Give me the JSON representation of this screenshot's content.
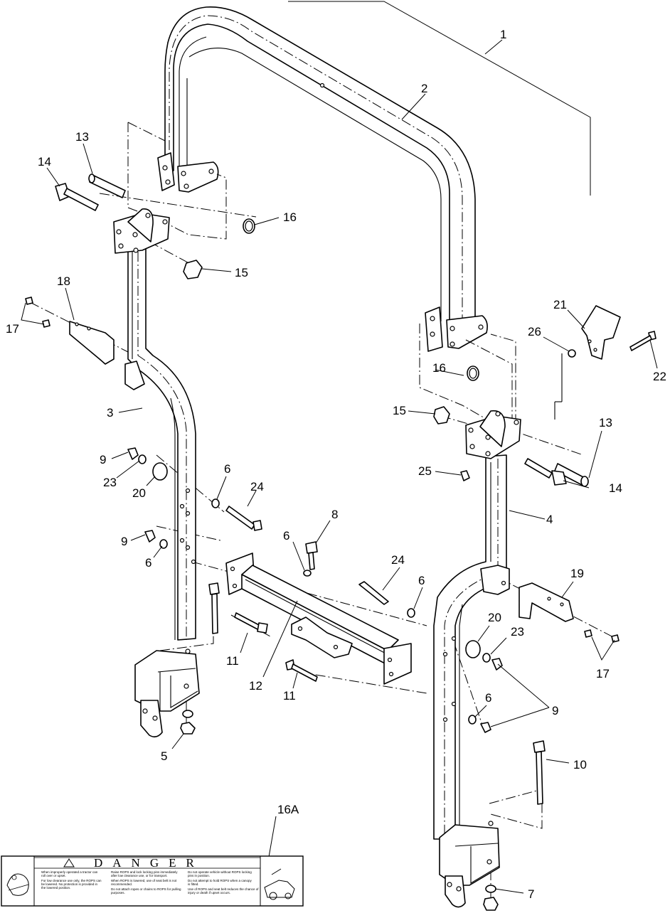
{
  "callouts": {
    "c1": "1",
    "c2": "2",
    "c3": "3",
    "c4": "4",
    "c5": "5",
    "c6a": "6",
    "c6b": "6",
    "c6c": "6",
    "c6d": "6",
    "c6e": "6",
    "c7": "7",
    "c8": "8",
    "c9a": "9",
    "c9b": "9",
    "c9c": "9",
    "c10": "10",
    "c11a": "11",
    "c11b": "11",
    "c12": "12",
    "c13a": "13",
    "c13b": "13",
    "c14a": "14",
    "c14b": "14",
    "c15a": "15",
    "c15b": "15",
    "c16a": "16",
    "c16b": "16",
    "c16A": "16A",
    "c17a": "17",
    "c17b": "17",
    "c18": "18",
    "c19": "19",
    "c20a": "20",
    "c20b": "20",
    "c21": "21",
    "c22": "22",
    "c23a": "23",
    "c23b": "23",
    "c24a": "24",
    "c24b": "24",
    "c25": "25",
    "c26": "26"
  },
  "decal": {
    "header": "DANGER",
    "col1": [
      "When improperly operated a tractor can",
      "roll over or upset.",
      "For low clearance use only, the ROPS can",
      "be lowered. No protection is provided in",
      "the lowered position."
    ],
    "col2": [
      "Raise ROPS and lock locking pins immediately",
      "after low clearance use, or for transport.",
      "When ROPS is lowered, use of seat belt is not",
      "recommended.",
      "Do not attach ropes or chains to ROPS for pulling",
      "purposes."
    ],
    "col3": [
      "Do not operate vehicle without ROPS locking",
      "pins in position.",
      "Do not attempt to hold ROPS when a canopy",
      "is fitted.",
      "Use of ROPS and seat belt reduces the chance of",
      "injury or death if upset occurs."
    ]
  }
}
